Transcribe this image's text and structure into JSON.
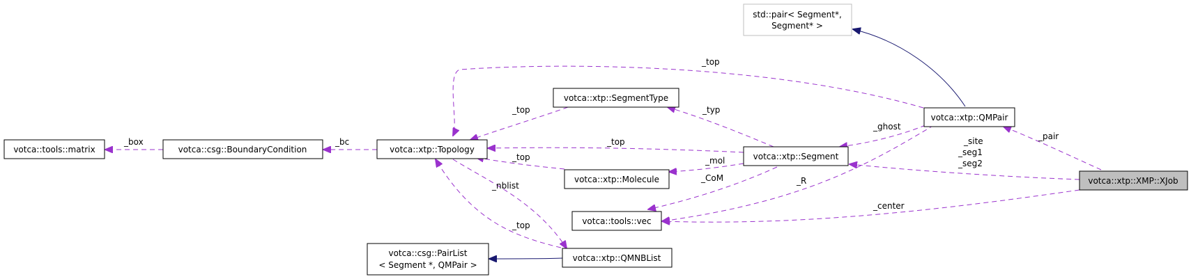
{
  "nodes": {
    "xjob": "votca::xtp::XMP::XJob",
    "qmpair": "votca::xtp::QMPair",
    "stdpair": [
      "std::pair< Segment*,",
      "Segment* >"
    ],
    "segment": "votca::xtp::Segment",
    "segmenttype": "votca::xtp::SegmentType",
    "topology": "votca::xtp::Topology",
    "molecule": "votca::xtp::Molecule",
    "vec": "votca::tools::vec",
    "qmnblist": "votca::xtp::QMNBList",
    "pairlist": [
      "votca::csg::PairList",
      "< Segment *, QMPair >"
    ],
    "boundary": "votca::csg::BoundaryCondition",
    "matrix": "votca::tools::matrix"
  },
  "edges": {
    "pair": "_pair",
    "site_seg": [
      "_site",
      "_seg1",
      "_seg2"
    ],
    "center": "_center",
    "ghost": "_ghost",
    "r": "_R",
    "top_qmpair": "_top",
    "typ": "_typ",
    "top_segtype": "_top",
    "top_segment": "_top",
    "mol": "_mol",
    "com": "_CoM",
    "top_molecule": "_top",
    "nblist": "_nblist",
    "top_qmnblist": "_top",
    "bc": "_bc",
    "box": "_box"
  },
  "colors": {
    "usage_edge": "#9a32cd",
    "inheritance_edge": "#191970",
    "highlight_node": "#bfbfbf"
  }
}
